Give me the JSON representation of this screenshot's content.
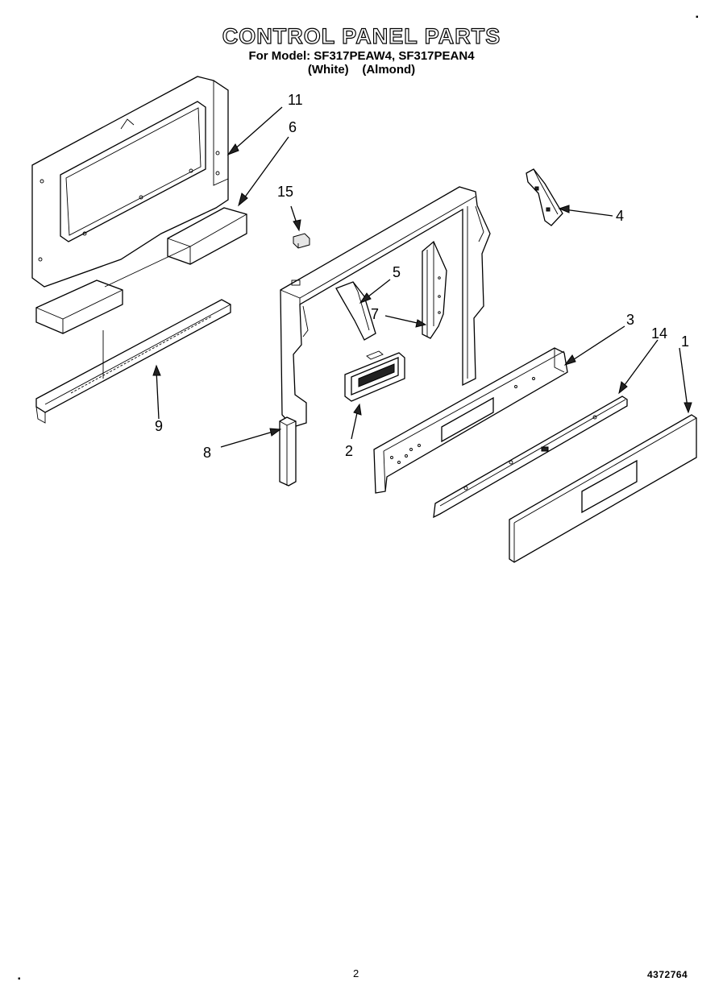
{
  "header": {
    "title": "CONTROL PANEL PARTS",
    "model_line": "For Model: SF317PEAW4, SF317PEAN4",
    "color_line": "(White)    (Almond)"
  },
  "callouts": [
    {
      "id": "1",
      "label": "1",
      "part": "control-panel-overlay"
    },
    {
      "id": "2",
      "label": "2",
      "part": "electronic-control-module"
    },
    {
      "id": "3",
      "label": "3",
      "part": "control-panel"
    },
    {
      "id": "4",
      "label": "4",
      "part": "end-cap-right"
    },
    {
      "id": "5",
      "label": "5",
      "part": "end-cap-left"
    },
    {
      "id": "6",
      "label": "6",
      "part": "insulation"
    },
    {
      "id": "7",
      "label": "7",
      "part": "support-bracket"
    },
    {
      "id": "8",
      "label": "8",
      "part": "side-trim"
    },
    {
      "id": "9",
      "label": "9",
      "part": "vent-rail"
    },
    {
      "id": "11",
      "label": "11",
      "part": "backguard-panel"
    },
    {
      "id": "14",
      "label": "14",
      "part": "trim-strip"
    },
    {
      "id": "15",
      "label": "15",
      "part": "clip"
    }
  ],
  "footer": {
    "page_number": "2",
    "document_code": "4372764"
  }
}
